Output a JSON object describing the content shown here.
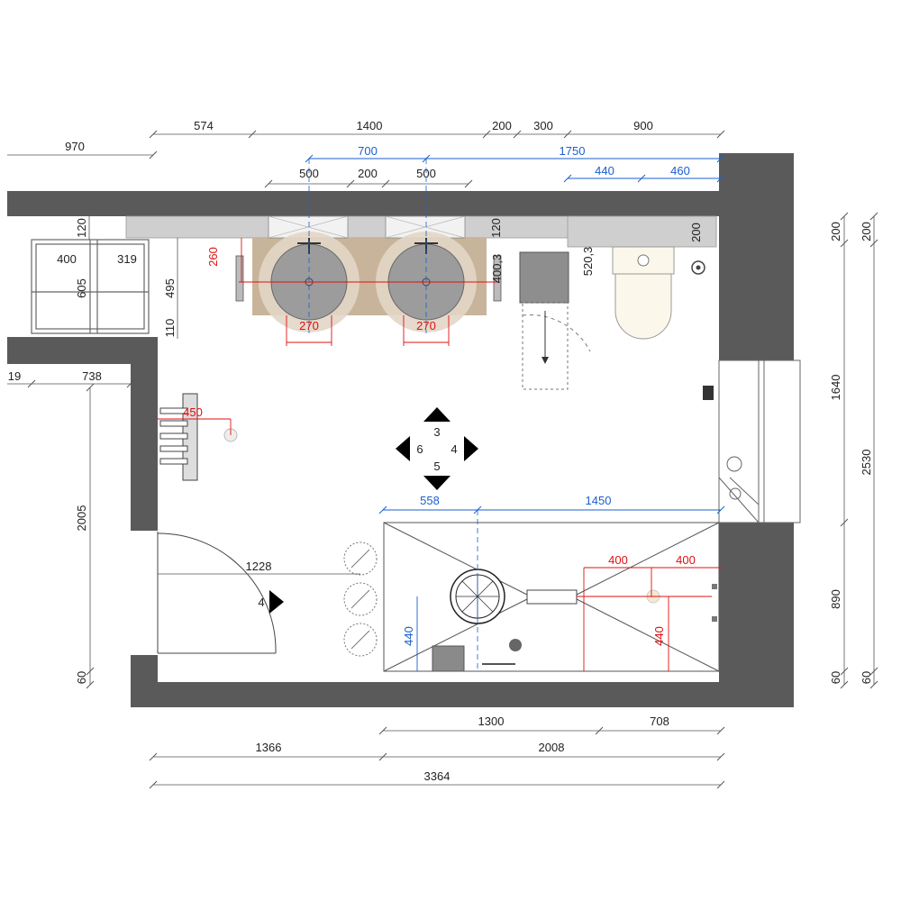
{
  "colors": {
    "wall": "#5a5a5a",
    "counter": "#c9c9c9",
    "vanity": "#c8b49a",
    "dim_black": "#444444",
    "dim_blue": "#1a5fd0",
    "dim_red": "#e01010"
  },
  "dimensions": {
    "top_row1": [
      "574",
      "1400",
      "200",
      "300",
      "900"
    ],
    "top_left": "970",
    "top_blue": [
      "700",
      "1750"
    ],
    "top_row3_black": [
      "500",
      "200",
      "500"
    ],
    "top_row3_blue": [
      "440",
      "460"
    ],
    "right_inner": [
      "200",
      "1640",
      "890",
      "60"
    ],
    "right_outer": [
      "200",
      "2530",
      "60"
    ],
    "left_vertical": [
      "2005",
      "60"
    ],
    "left_small": [
      "120",
      "495",
      "110"
    ],
    "window_box": [
      "400",
      "319",
      "605"
    ],
    "left_horizontal": [
      "19",
      "738"
    ],
    "door_width": "1228",
    "bottom_row1": [
      "1300",
      "708"
    ],
    "bottom_row2": [
      "1366",
      "2008"
    ],
    "bottom_total": "3364",
    "shower_blue": [
      "558",
      "1450"
    ],
    "shower_blue_vertical": "440",
    "shower_red": [
      "400",
      "400"
    ],
    "shower_red_vertical": "440",
    "vanity_red": [
      "260",
      "270",
      "270"
    ],
    "vanity_small": [
      "120",
      "400,3",
      "520,3",
      "200"
    ],
    "radiator_red": "450"
  },
  "view_markers": {
    "center": [
      "3",
      "6",
      "4",
      "5"
    ],
    "door_marker": "4"
  }
}
